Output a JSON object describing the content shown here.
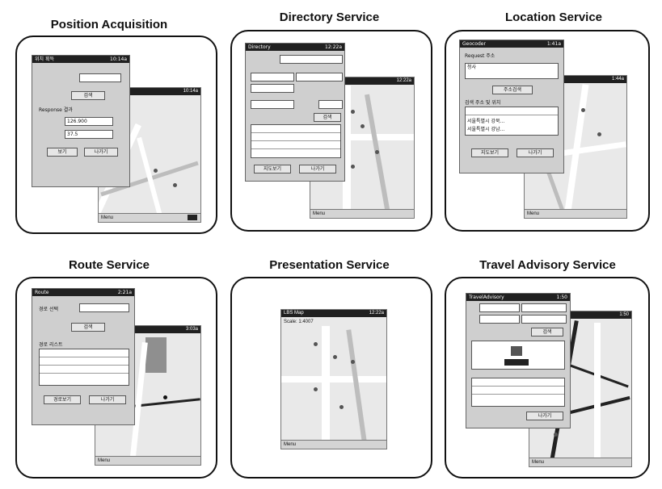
{
  "panels": [
    {
      "caption": "Position Acquisition"
    },
    {
      "caption": "Directory Service"
    },
    {
      "caption": "Location Service"
    },
    {
      "caption": "Route Service"
    },
    {
      "caption": "Presentation Service"
    },
    {
      "caption": "Travel Advisory Service"
    }
  ],
  "pa": {
    "win_title": "위치 획득",
    "time": "10:14a",
    "map_time": "10:14a",
    "query_btn": "검색",
    "resp_label": "Response 결과",
    "field_x": "126.900",
    "field_y": "37.5",
    "btn_ok": "보기",
    "btn_close": "나가기"
  },
  "ds": {
    "win_title": "Directory",
    "time": "12:22a",
    "map_time": "12:22a",
    "search_btn": "검색",
    "btn_map": "지도보기",
    "btn_close": "나가기"
  },
  "ls": {
    "win_title": "Geocoder",
    "time": "1:41a",
    "map_time": "1:44a",
    "req_label": "Request 주소",
    "input": "청사",
    "search_btn": "주소검색",
    "result_label": "검색 주소 및 위치",
    "row1": "서울특별시 강북...",
    "row2": "서울특별시 강남...",
    "btn_map": "지도보기",
    "btn_close": "나가기"
  },
  "rs": {
    "win_title": "Route",
    "time": "2:21a",
    "map_time": "3:03a",
    "select_label": "경로 선택",
    "search_btn": "검색",
    "list_label": "경로 리스트",
    "btn_show": "경로보기",
    "btn_close": "나가기"
  },
  "ps": {
    "win_title": "LBS Map",
    "time": "12:22a",
    "scale": "Scale: 1:4007"
  },
  "ta": {
    "win_title": "TravelAdvisory",
    "time": "1:50",
    "map_time": "1:50",
    "search_btn": "검색",
    "btn_close": "나가기"
  },
  "taskbar_label": "Menu"
}
